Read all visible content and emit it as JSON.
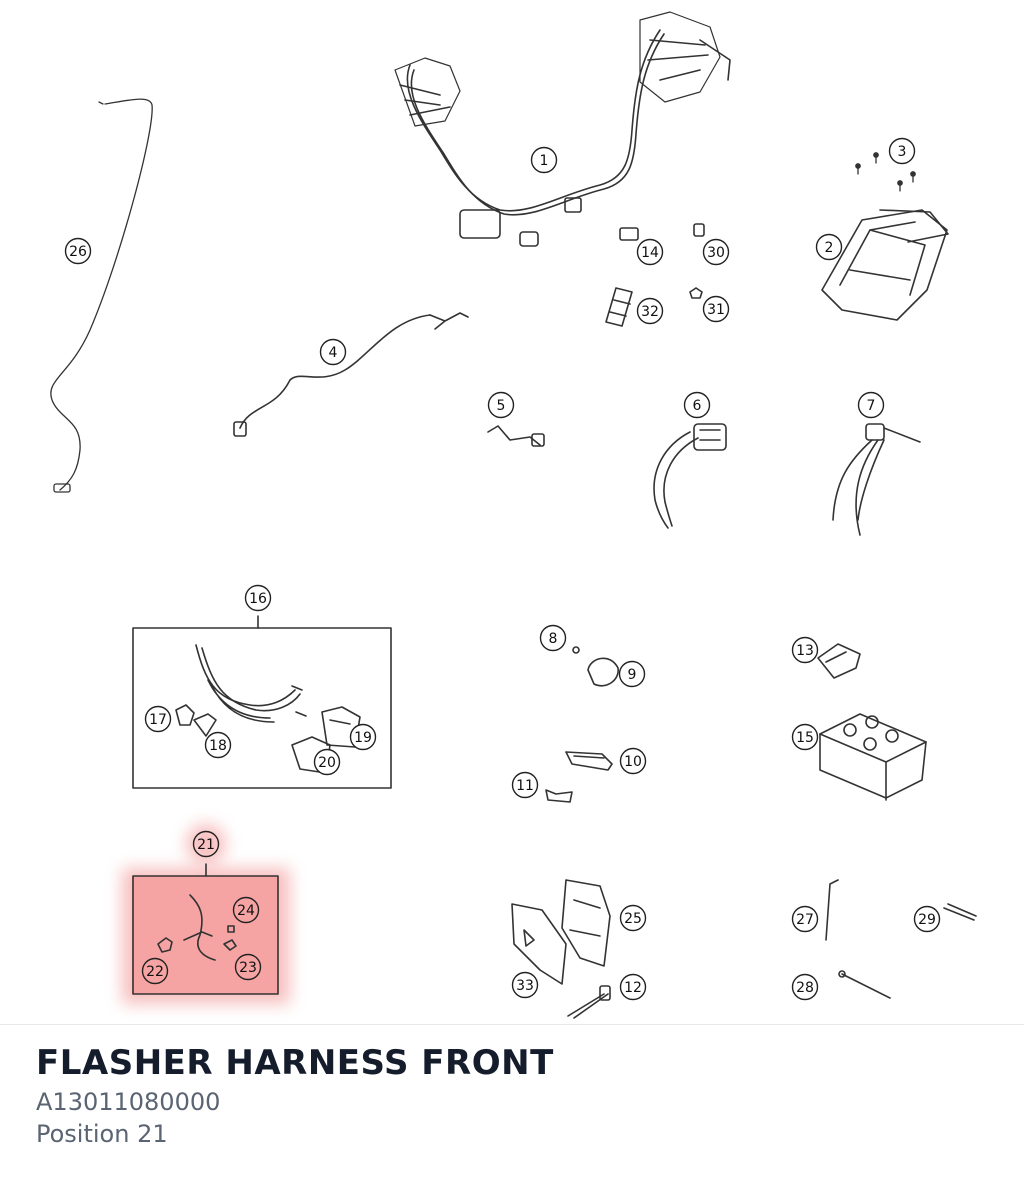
{
  "part": {
    "title": "FLASHER HARNESS FRONT",
    "number": "A13011080000",
    "position": "Position 21"
  },
  "callouts": [
    "1",
    "2",
    "3",
    "4",
    "5",
    "6",
    "7",
    "8",
    "9",
    "10",
    "11",
    "12",
    "13",
    "14",
    "15",
    "16",
    "17",
    "18",
    "19",
    "20",
    "21",
    "22",
    "23",
    "24",
    "25",
    "26",
    "27",
    "28",
    "29",
    "30",
    "31",
    "32",
    "33"
  ],
  "highlighted_callouts": [
    "21",
    "22",
    "23",
    "24"
  ],
  "colors": {
    "highlight": "#f28b8b",
    "line": "#333333",
    "title": "#151c2b",
    "subtitle": "#5a6473"
  }
}
